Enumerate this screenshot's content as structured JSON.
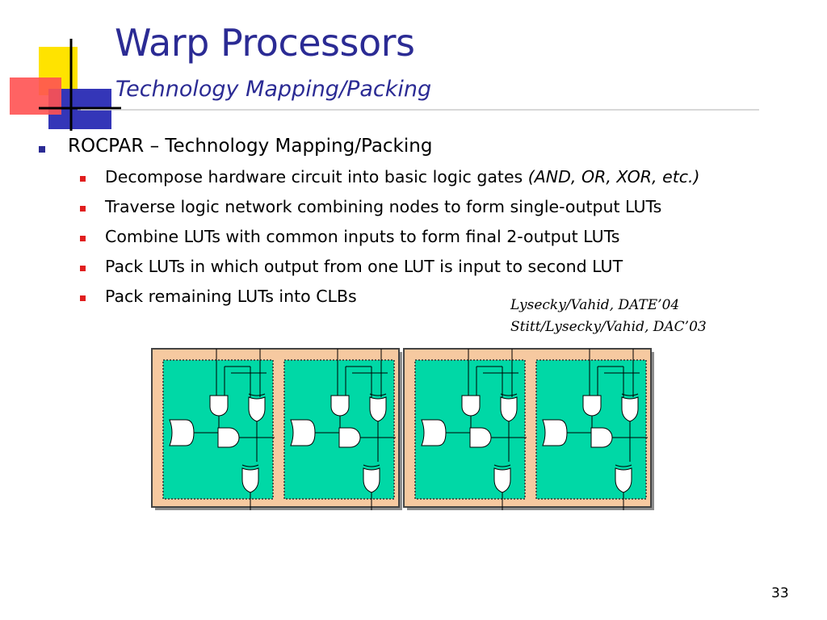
{
  "slide": {
    "title": "Warp Processors",
    "subtitle": "Technology Mapping/Packing",
    "bullet_main": "ROCPAR – Technology Mapping/Packing",
    "sub_bullets": [
      {
        "text": "Decompose hardware circuit into basic logic gates ",
        "emphasis": "(AND, OR, XOR, etc.)"
      },
      {
        "text": "Traverse logic network combining nodes to form single-output LUTs",
        "emphasis": ""
      },
      {
        "text": "Combine LUTs with common inputs to form final 2-output LUTs",
        "emphasis": ""
      },
      {
        "text": "Pack LUTs in which output from one LUT is input to second LUT",
        "emphasis": ""
      },
      {
        "text": "Pack remaining LUTs into CLBs",
        "emphasis": ""
      }
    ],
    "citations": [
      "Lysecky/Vahid, DATE’04",
      "Stitt/Lysecky/Vahid, DAC’03"
    ],
    "page_number": "33"
  },
  "colors": {
    "title": "#2B2B94",
    "bullet_main": "#2B2B94",
    "bullet_sub": "#E01E1E",
    "clb_outer": "#F6C9A0",
    "lut_fill": "#00D8A6"
  }
}
